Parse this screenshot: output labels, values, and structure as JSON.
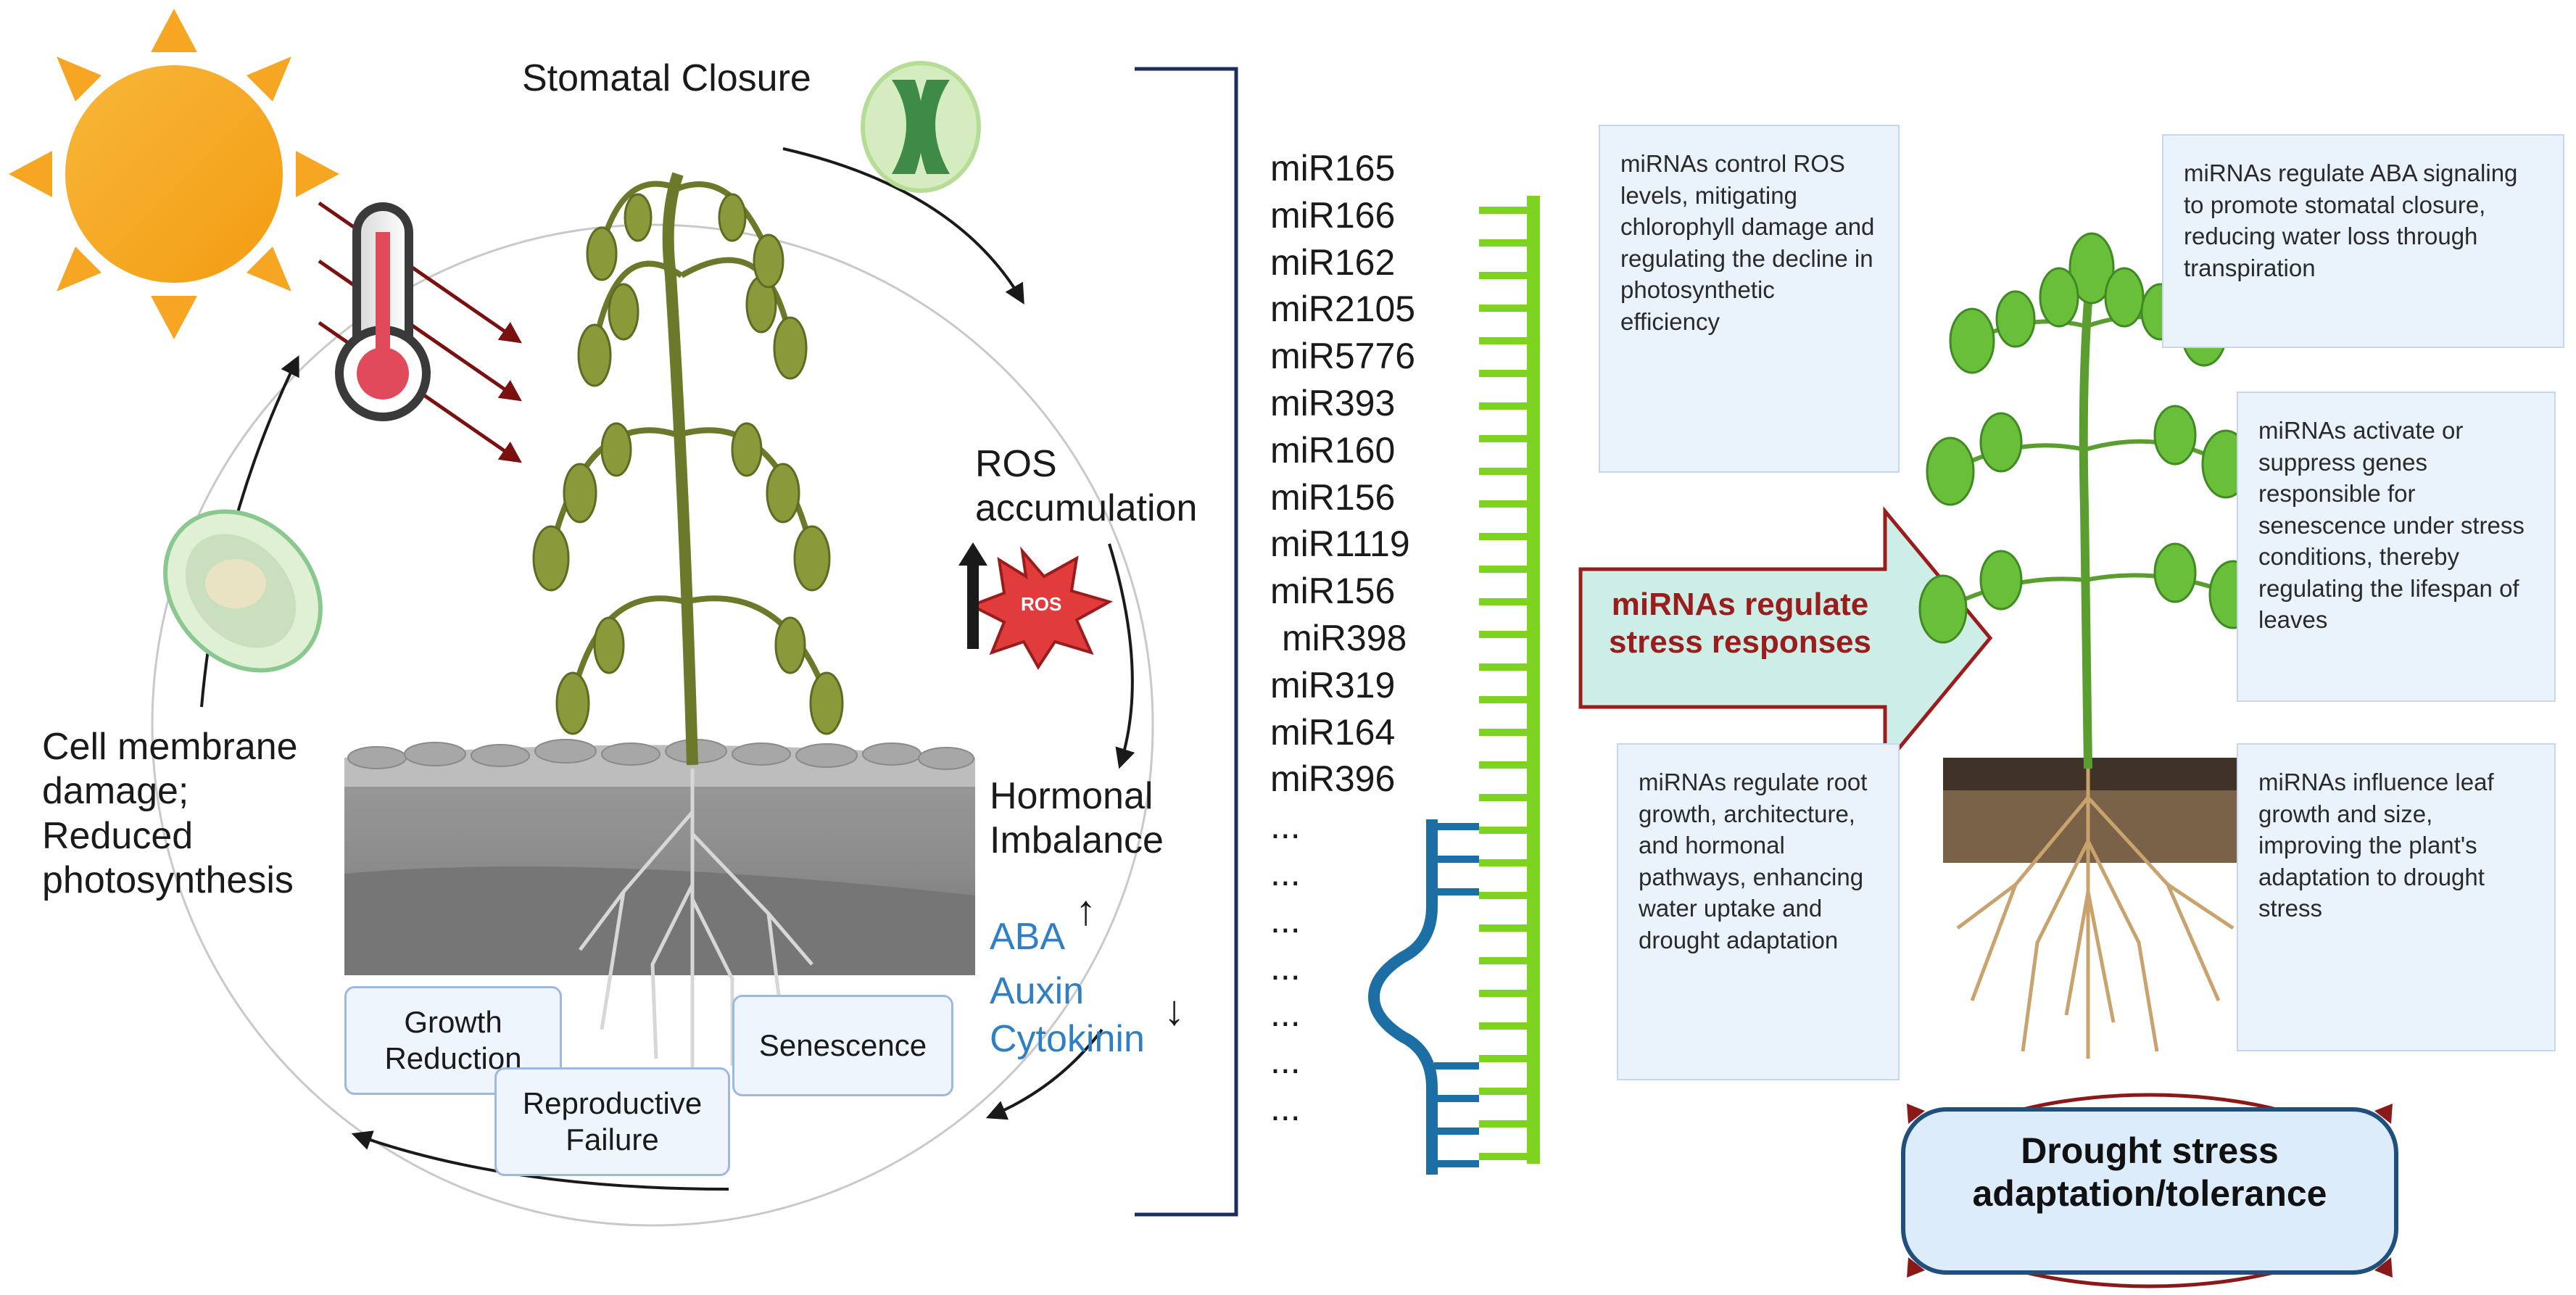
{
  "colors": {
    "sun": "#f6a623",
    "arrow_dark_red": "#7a1010",
    "bracket": "#1f2d5c",
    "mirna_green": "#7ed321",
    "mirna_blue": "#1c6fa5",
    "box_fill": "#eaf2fb",
    "hormone_blue": "#2f7fc4",
    "big_arrow_fill": "#cdeee6",
    "big_arrow_border": "#9b1c1c",
    "tolerance_fill": "#dcecfb"
  },
  "icons": [
    "sun-icon",
    "thermometer-icon",
    "stomata-icon",
    "cell-icon",
    "ros-burst-icon",
    "wilted-plant-icon",
    "healthy-plant-icon",
    "soil-icon",
    "mirna-hairpin-icon"
  ],
  "left_cycle": {
    "stomatal_closure": "Stomatal Closure",
    "ros_accumulation": "ROS\naccumulation",
    "ros_badge": "ROS",
    "hormonal_imbalance": "Hormonal\nImbalance",
    "hormones": {
      "aba": "ABA",
      "auxin": "Auxin",
      "cytokinin": "Cytokinin"
    },
    "cell_membrane": "Cell membrane\ndamage;\nReduced\nphotosynthesis",
    "growth_reduction": "Growth\nReduction",
    "reproductive_failure": "Reproductive\nFailure",
    "senescence": "Senescence"
  },
  "mirna_list": [
    "miR165",
    "miR166",
    "miR162",
    "miR2105",
    "miR5776",
    "miR393",
    "miR160",
    "miR156",
    "miR1119",
    "miR156",
    "miR398",
    "miR319",
    "miR164",
    "miR396",
    "...",
    "...",
    "...",
    "...",
    "...",
    "...",
    "..."
  ],
  "right_panel": {
    "box_ros": "miRNAs control ROS levels, mitigating chlorophyll damage and regulating the decline in photosynthetic efficiency",
    "box_aba": "miRNAs regulate ABA signaling to promote stomatal closure, reducing water loss through transpiration",
    "box_senescence": "miRNAs activate or suppress genes responsible for senescence under stress conditions, thereby regulating the lifespan of leaves",
    "box_root": "miRNAs regulate root growth, architecture, and hormonal pathways, enhancing water uptake and drought adaptation",
    "box_leaf": "miRNAs influence leaf growth and size, improving the plant's adaptation to drought stress",
    "big_arrow_label": "miRNAs regulate\nstress responses",
    "tolerance_label": "Drought stress\nadaptation/tolerance"
  }
}
